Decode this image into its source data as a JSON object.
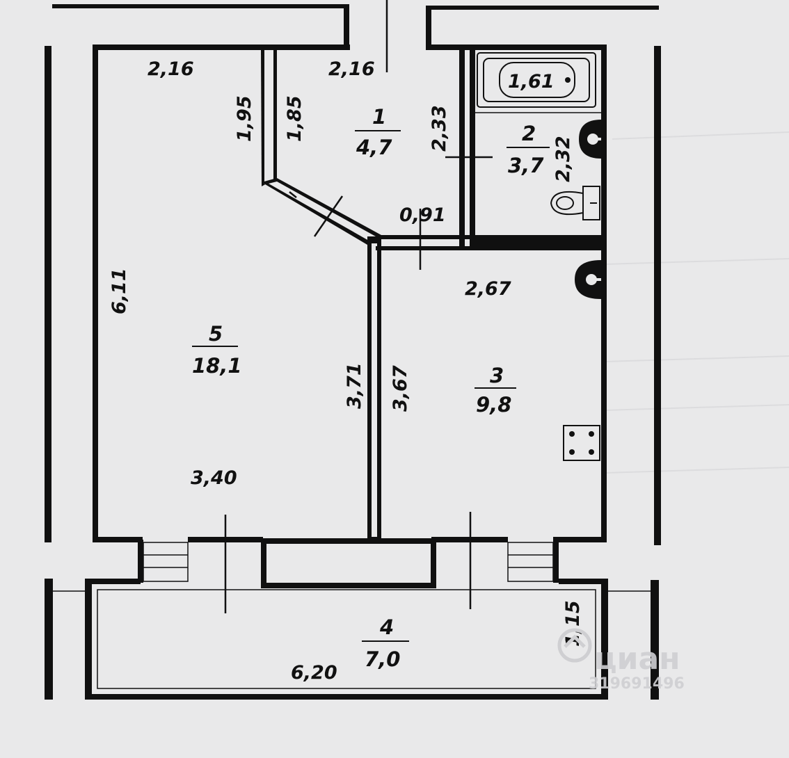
{
  "rooms": [
    {
      "id": "room-1",
      "number": "1",
      "area": "4,7"
    },
    {
      "id": "room-2",
      "number": "2",
      "area": "3,7"
    },
    {
      "id": "room-3",
      "number": "3",
      "area": "9,8"
    },
    {
      "id": "room-4",
      "number": "4",
      "area": "7,0"
    },
    {
      "id": "room-5",
      "number": "5",
      "area": "18,1"
    }
  ],
  "dimensions": {
    "room5_top": "2,16",
    "room1_top": "2,16",
    "bath": "1,61",
    "room5_side_upper": "1,95",
    "room1_side_upper": "1,85",
    "room1_right": "2,33",
    "room2_right": "2,32",
    "corridor_gap": "0,91",
    "room3_top": "2,67",
    "room5_left": "6,11",
    "room5_right": "3,71",
    "room3_left": "3,67",
    "room5_bottom": "3,40",
    "balcony_side": "1,15",
    "balcony_width": "6,20"
  },
  "watermark": {
    "brand": "циан",
    "code": "319691496"
  },
  "colors": {
    "paper": "#e9e9ea",
    "ink": "#101010"
  }
}
